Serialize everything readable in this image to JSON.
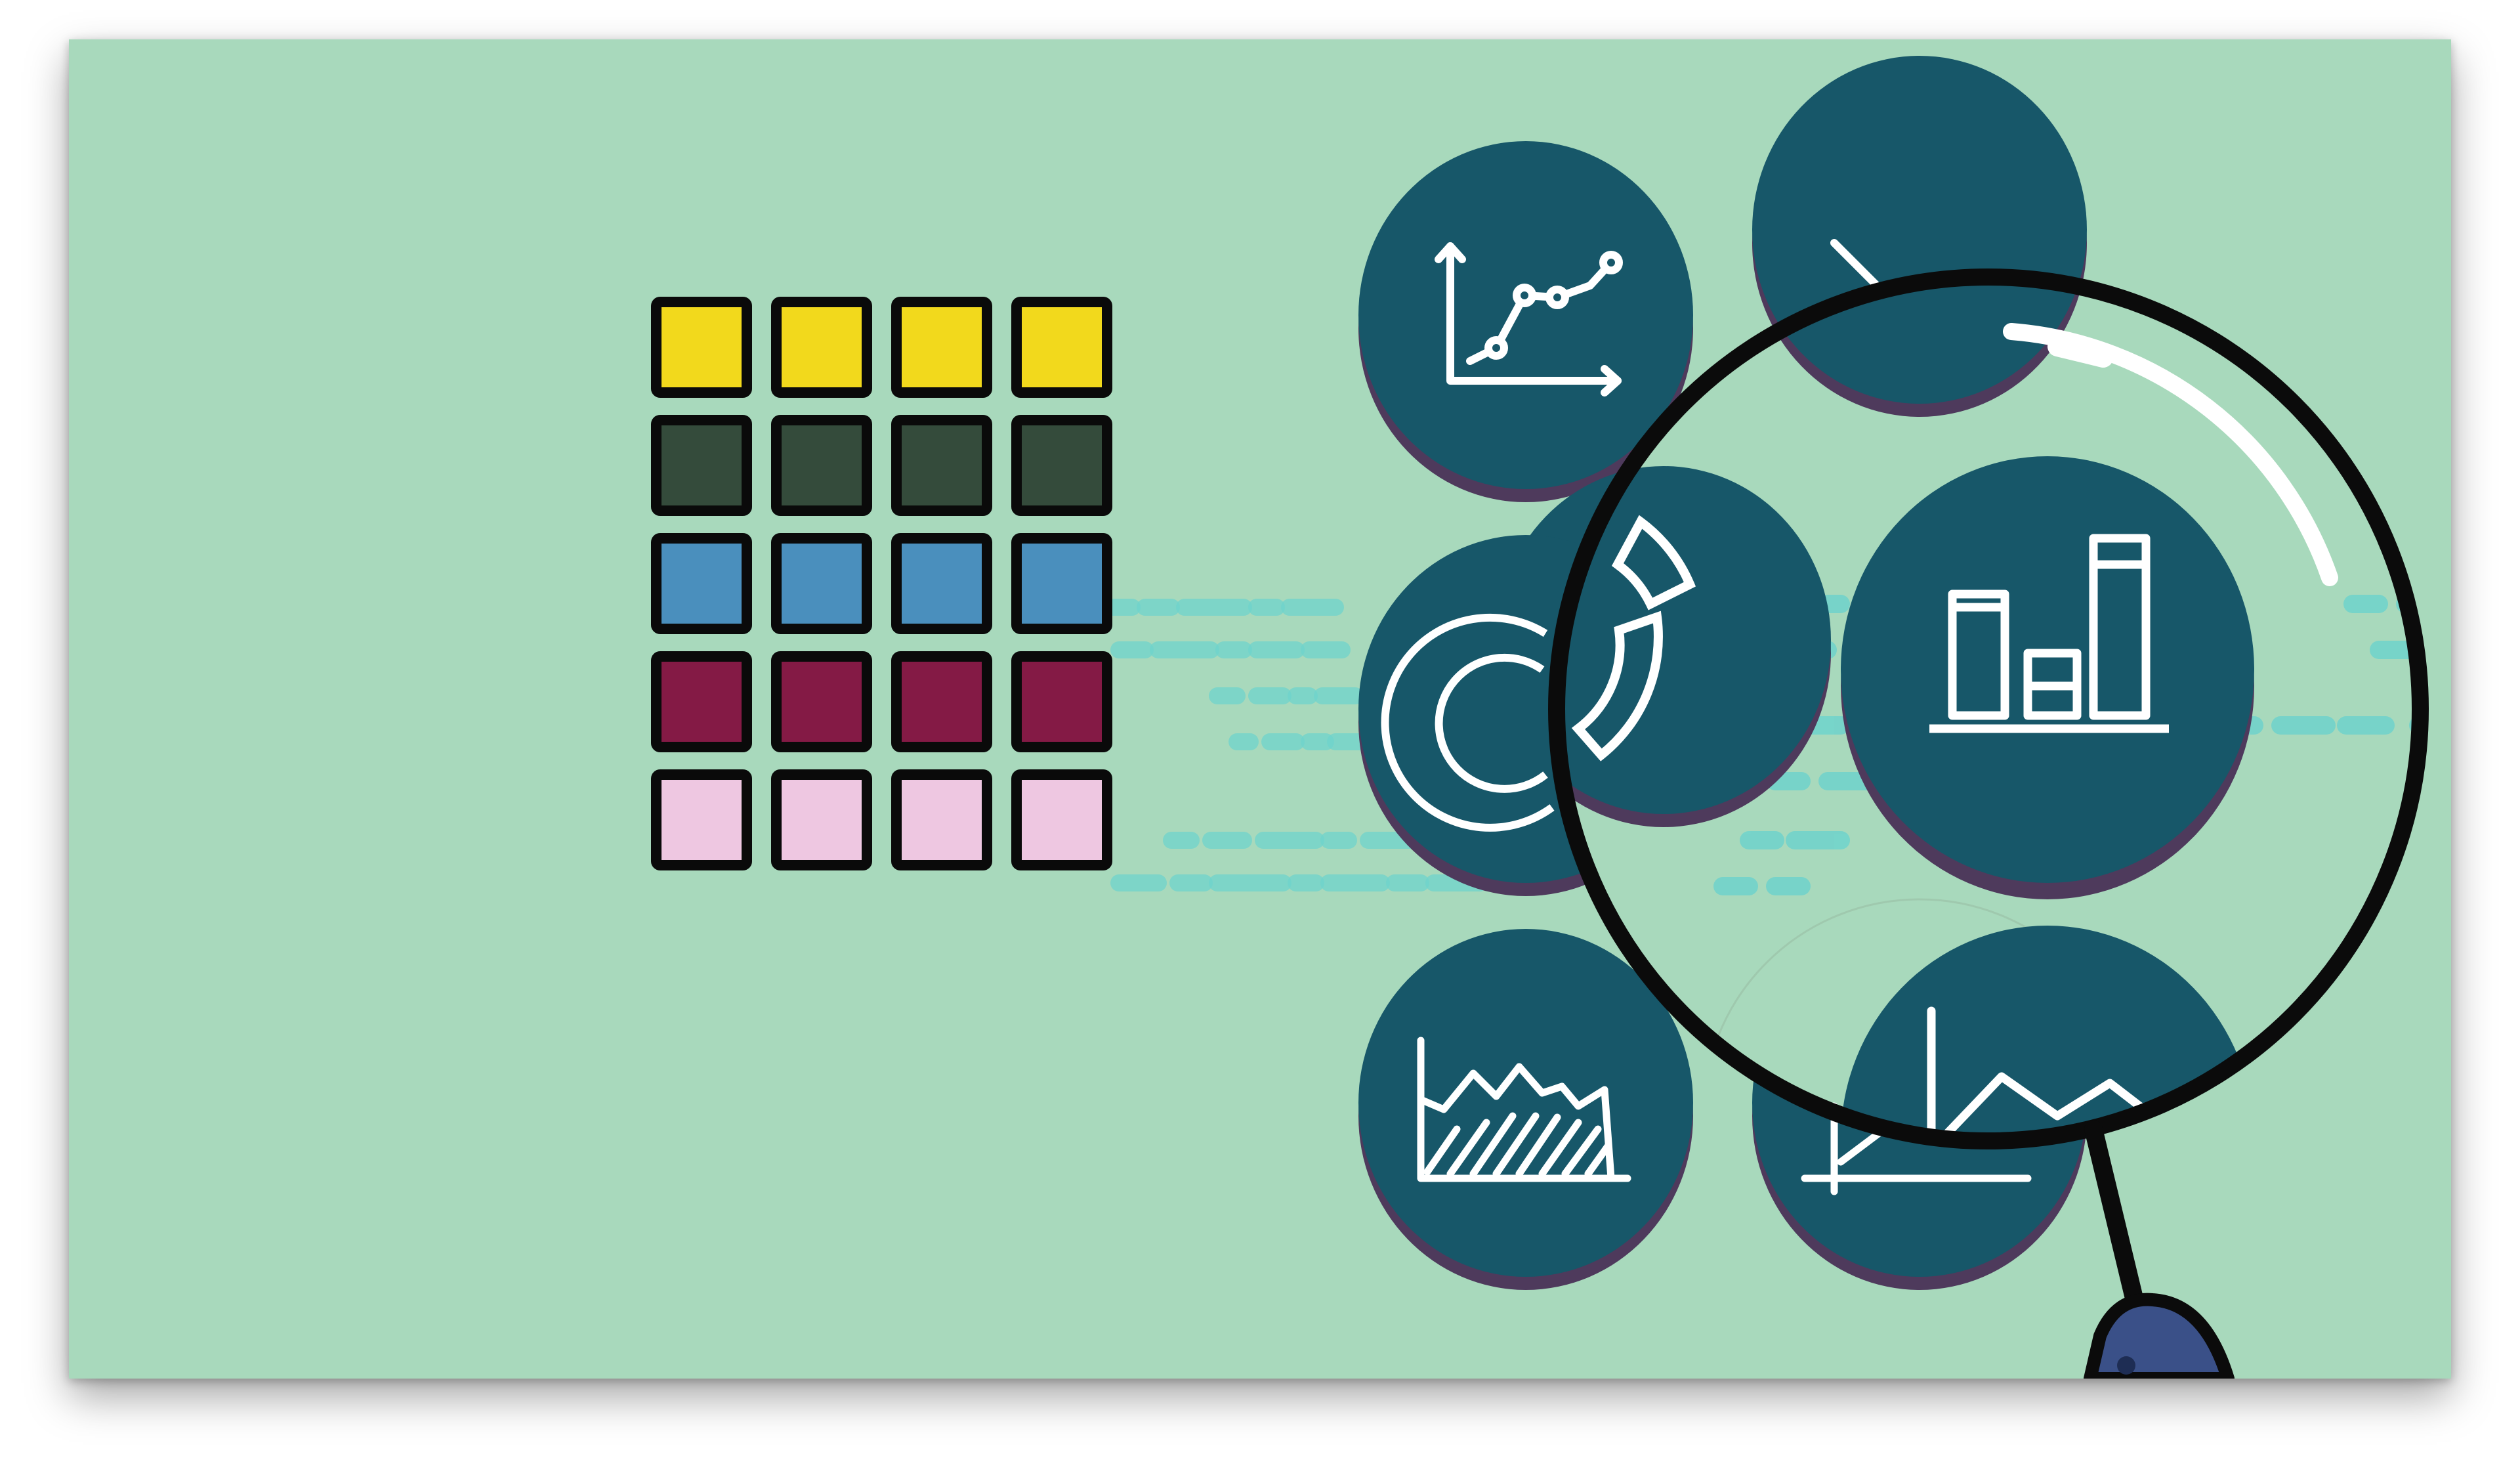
{
  "palette": {
    "background": "#a8d9bc",
    "bubble": "#175769",
    "bubble_shadow": "#4e3a5c",
    "icon_stroke": "#ffffff",
    "dash": "#6fd3cc",
    "cell_outline": "#0a0a0a",
    "handle": "#3a5088"
  },
  "grid": {
    "rows": [
      {
        "name": "yellow",
        "color": "#f2d91c"
      },
      {
        "name": "dark-green",
        "color": "#344b3b"
      },
      {
        "name": "blue",
        "color": "#4a8fbd"
      },
      {
        "name": "maroon",
        "color": "#841a45"
      },
      {
        "name": "pink",
        "color": "#eec7e1"
      }
    ],
    "columns": 4
  },
  "icons": [
    {
      "name": "line-chart-icon"
    },
    {
      "name": "scatter-chart-icon"
    },
    {
      "name": "donut-chart-icon"
    },
    {
      "name": "bar-chart-icon"
    },
    {
      "name": "area-chart-icon"
    },
    {
      "name": "triangle-line-chart-icon"
    }
  ],
  "magnifier": {
    "name": "magnifying-glass-icon"
  }
}
